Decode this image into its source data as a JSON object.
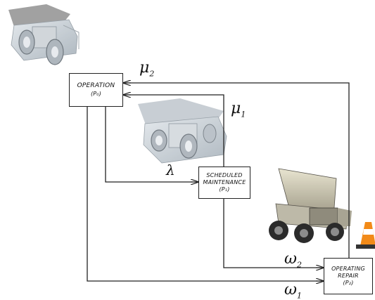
{
  "nodes": {
    "operation": {
      "label": "OPERATION",
      "state": "(P₀)"
    },
    "scheduled": {
      "label_line1": "SCHEDULED",
      "label_line2": "MAINTENANCE",
      "state": "(P₁)"
    },
    "repair": {
      "label_line1": "OPERATING",
      "label_line2": "REPAIR",
      "state": "(P₂)"
    }
  },
  "rates": {
    "mu2": {
      "sym": "μ",
      "idx": "2"
    },
    "mu1": {
      "sym": "μ",
      "idx": "1"
    },
    "lambda": {
      "sym": "λ"
    },
    "omega2": {
      "sym": "ω",
      "idx": "2"
    },
    "omega1": {
      "sym": "ω",
      "idx": "1"
    }
  },
  "images": [
    {
      "name": "mining-truck-ghost-top",
      "subject": "translucent mining dump truck"
    },
    {
      "name": "mining-truck-ghost-middle",
      "subject": "translucent mining dump truck"
    },
    {
      "name": "dump-truck-raised-bed",
      "subject": "mining dump truck with raised bed"
    },
    {
      "name": "traffic-cone",
      "subject": "orange and white traffic cone"
    }
  ]
}
